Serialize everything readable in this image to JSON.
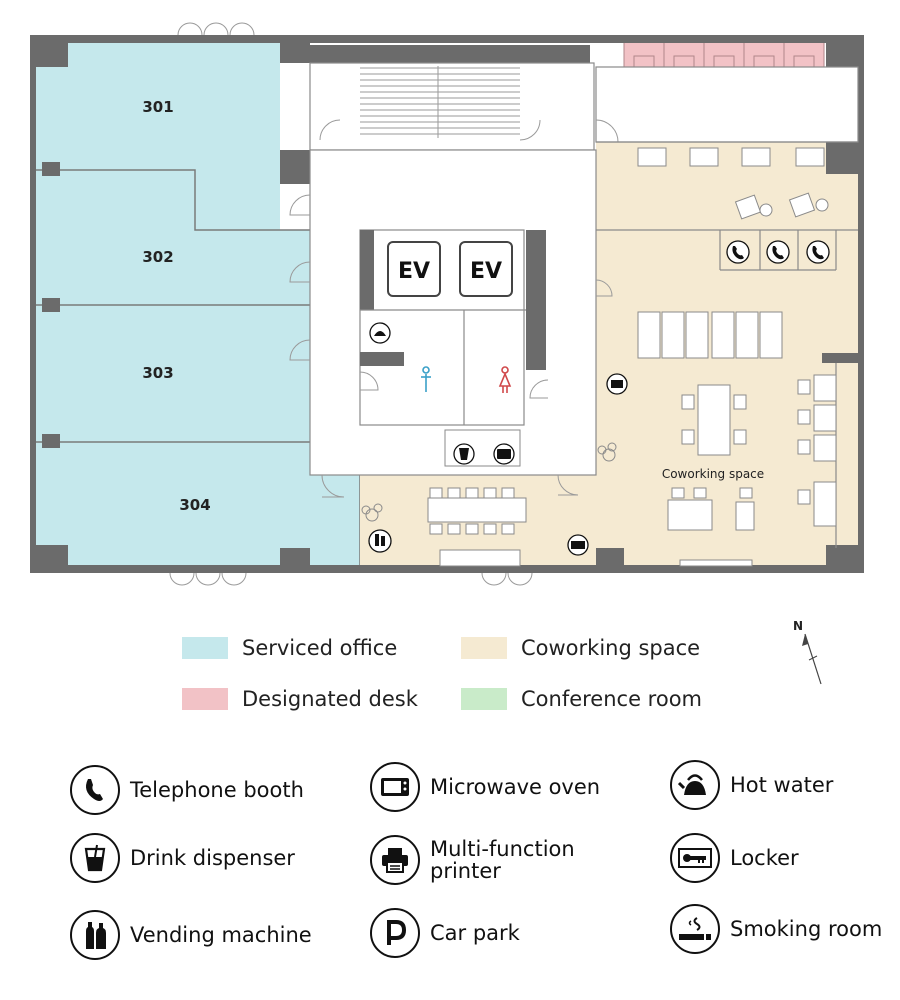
{
  "floor_plan": {
    "rooms": [
      "301",
      "302",
      "303",
      "304"
    ],
    "elevator_label": "EV",
    "coworking_label": "Coworking space"
  },
  "compass": {
    "label": "N"
  },
  "colors": {
    "serviced_office": "#c5e8ec",
    "coworking_space": "#f5ead2",
    "designated_desk": "#f2c2c6",
    "conference_room": "#c9ebc9",
    "wall": "#6b6b6b"
  },
  "legend": [
    {
      "label": "Serviced office",
      "color": "#c5e8ec"
    },
    {
      "label": "Coworking space",
      "color": "#f5ead2"
    },
    {
      "label": "Designated desk",
      "color": "#f2c2c6"
    },
    {
      "label": "Conference room",
      "color": "#c9ebc9"
    }
  ],
  "facilities": [
    {
      "icon": "phone-icon",
      "label": "Telephone booth"
    },
    {
      "icon": "microwave-icon",
      "label": "Microwave oven"
    },
    {
      "icon": "kettle-icon",
      "label": "Hot water"
    },
    {
      "icon": "drink-icon",
      "label": "Drink dispenser"
    },
    {
      "icon": "printer-icon",
      "label": "Multi-function printer"
    },
    {
      "icon": "key-icon",
      "label": "Locker"
    },
    {
      "icon": "bottles-icon",
      "label": "Vending machine"
    },
    {
      "icon": "parking-icon",
      "label": "Car park"
    },
    {
      "icon": "cigarette-icon",
      "label": "Smoking room"
    }
  ]
}
